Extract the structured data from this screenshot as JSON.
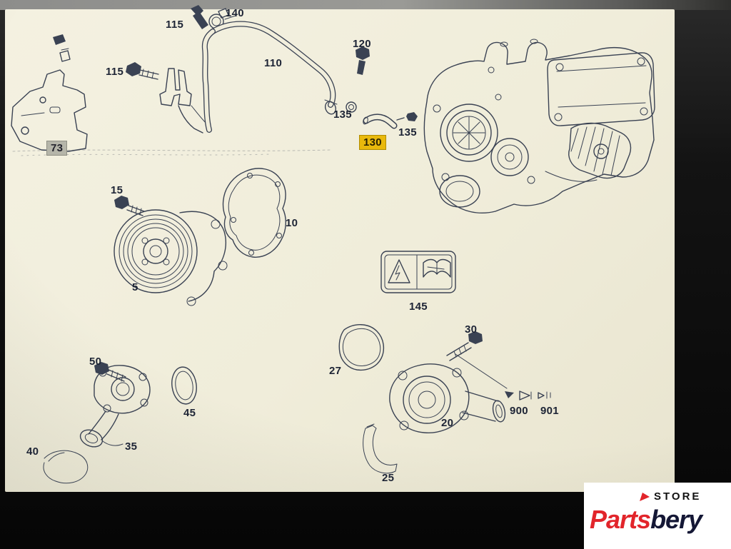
{
  "diagram": {
    "labels": [
      {
        "text": "115"
      },
      {
        "text": "140"
      },
      {
        "text": "115"
      },
      {
        "text": "110"
      },
      {
        "text": "120"
      },
      {
        "text": "135"
      },
      {
        "text": "130"
      },
      {
        "text": "135"
      },
      {
        "text": "73"
      },
      {
        "text": "15"
      },
      {
        "text": "10"
      },
      {
        "text": "5"
      },
      {
        "text": "145"
      },
      {
        "text": "30"
      },
      {
        "text": "27"
      },
      {
        "text": "50"
      },
      {
        "text": "45"
      },
      {
        "text": "900"
      },
      {
        "text": "901"
      },
      {
        "text": "20"
      },
      {
        "text": "35"
      },
      {
        "text": "40"
      },
      {
        "text": "25"
      }
    ],
    "highlight_colors": {
      "selected_part_bg": "#e9b90c",
      "bracket_part_bg": "#b5b5a9"
    }
  },
  "watermark": {
    "store_label": "STORE",
    "brand_red": "Parts",
    "brand_dark": "bery"
  },
  "colors": {
    "line": "#3a4253",
    "paper": "#f1eedc",
    "brand_red": "#e2252b",
    "brand_navy": "#141735"
  }
}
